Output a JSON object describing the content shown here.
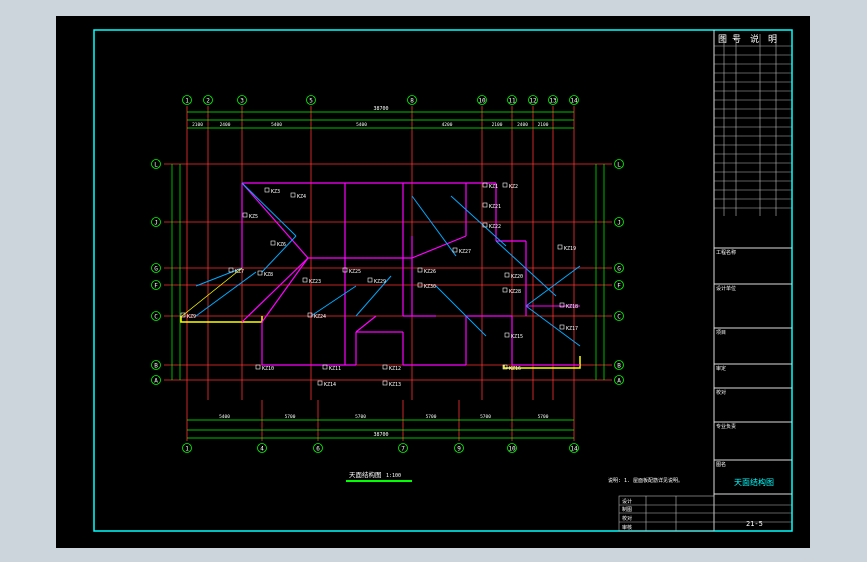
{
  "drawing": {
    "plan_title": "天面结构图",
    "plan_scale": "1:100",
    "note": "说明: 1. 屋面板配筋详见说明。",
    "title_block_name": "天面结构图",
    "sheet_no": "21-5",
    "revision_header": [
      "图",
      "号",
      "说",
      "明"
    ],
    "side_labels": [
      "工程名称",
      "设计单位",
      "项目",
      "审定",
      "校对",
      "专业负责",
      "图名"
    ],
    "sign_rows": [
      "设计",
      "制图",
      "校对",
      "审核"
    ]
  },
  "axes": {
    "top_numbers": [
      "1",
      "2",
      "3",
      "5",
      "8",
      "10",
      "11",
      "12",
      "13",
      "14"
    ],
    "bottom_numbers": [
      "1",
      "4",
      "6",
      "7",
      "9",
      "10",
      "14"
    ],
    "left_letters": [
      "L",
      "J",
      "G",
      "F",
      "C",
      "B",
      "A"
    ]
  },
  "dimensions": {
    "top_total": "38700",
    "bottom_total": "38700",
    "top_row": [
      "2100",
      "2400",
      "5400",
      "5400",
      "4200",
      "2100",
      "2400",
      "2100"
    ],
    "bottom_row": [
      "5400",
      "5700",
      "5700",
      "5700",
      "5700",
      "5700"
    ]
  },
  "columns": [
    "KZ1",
    "KZ2",
    "KZ3",
    "KZ4",
    "KZ5",
    "KZ6",
    "KZ7",
    "KZ8",
    "KZ9",
    "KZ10",
    "KZ11",
    "KZ12",
    "KZ13",
    "KZ14",
    "KZ15",
    "KZ16",
    "KZ17",
    "KZ18",
    "KZ19",
    "KZ20",
    "KZ21",
    "KZ22",
    "KZ23",
    "KZ24",
    "KZ25",
    "KZ26",
    "KZ27",
    "KZ28",
    "KZ29",
    "KZ30"
  ],
  "colors": {
    "axis": "#ff3030",
    "dims": "#00ff00",
    "beam": "#ff00ff",
    "beam2": "#00aaff",
    "wall": "#ffff00",
    "frame": "#00ffff",
    "text": "#ffffff"
  }
}
